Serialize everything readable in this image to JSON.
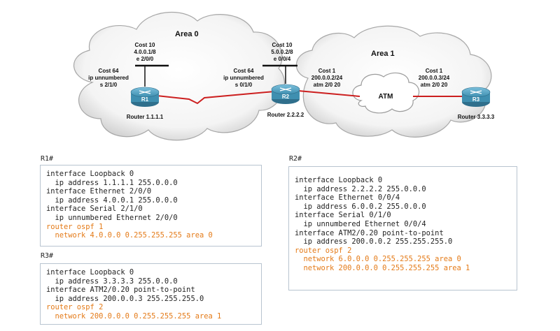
{
  "topology": {
    "area0": {
      "label": "Area 0"
    },
    "area1": {
      "label": "Area 1"
    },
    "atm_cloud": {
      "label": "ATM"
    },
    "routers": [
      {
        "icon_text": "R1",
        "name": "Router 1.1.1.1"
      },
      {
        "icon_text": "R2",
        "name": "Router 2.2.2.2"
      },
      {
        "icon_text": "R3",
        "name": "Router 3.3.3.3"
      }
    ],
    "interfaces": [
      {
        "lines": [
          "Cost 10",
          "4.0.0.1/8",
          "e 2/0/0"
        ]
      },
      {
        "lines": [
          "Cost 64",
          "ip unnumbered",
          "s 2/1/0"
        ]
      },
      {
        "lines": [
          "Cost 64",
          "ip unnumbered",
          "s 0/1/0"
        ]
      },
      {
        "lines": [
          "Cost 10",
          "5.0.0.2/8",
          "e 0/0/4"
        ]
      },
      {
        "lines": [
          "Cost 1",
          "200.0.0.2/24",
          "atm 2/0 20"
        ]
      },
      {
        "lines": [
          "Cost 1",
          "200.0.0.3/24",
          "atm 2/0 20"
        ]
      }
    ],
    "colors": {
      "link": "#cc1f1f",
      "router_body": "#3f8fb0",
      "cloud_edge": "#a7a7a7"
    }
  },
  "configs": {
    "r1": {
      "title": "R1#",
      "lines": [
        {
          "text": "interface Loopback 0",
          "ospf": false
        },
        {
          "text": "  ip address 1.1.1.1 255.0.0.0",
          "ospf": false
        },
        {
          "text": "interface Ethernet 2/0/0",
          "ospf": false
        },
        {
          "text": "  ip address 4.0.0.1 255.0.0.0",
          "ospf": false
        },
        {
          "text": "interface Serial 2/1/0",
          "ospf": false
        },
        {
          "text": "  ip unnumbered Ethernet 2/0/0",
          "ospf": false
        },
        {
          "text": "router ospf 1",
          "ospf": true
        },
        {
          "text": "  network 4.0.0.0 0.255.255.255 area 0",
          "ospf": true
        }
      ]
    },
    "r2": {
      "title": "R2#",
      "lines": [
        {
          "text": "interface Loopback 0",
          "ospf": false
        },
        {
          "text": "  ip address 2.2.2.2 255.0.0.0",
          "ospf": false
        },
        {
          "text": "interface Ethernet 0/0/4",
          "ospf": false
        },
        {
          "text": "  ip address 6.0.0.2 255.0.0.0",
          "ospf": false
        },
        {
          "text": "interface Serial 0/1/0",
          "ospf": false
        },
        {
          "text": "  ip unnumbered Ethernet 0/0/4",
          "ospf": false
        },
        {
          "text": "interface ATM2/0.20 point-to-point",
          "ospf": false
        },
        {
          "text": "  ip address 200.0.0.2 255.255.255.0",
          "ospf": false
        },
        {
          "text": "router ospf 2",
          "ospf": true
        },
        {
          "text": "  network 6.0.0.0 0.255.255.255 area 0",
          "ospf": true
        },
        {
          "text": "  network 200.0.0.0 0.255.255.255 area 1",
          "ospf": true
        }
      ]
    },
    "r3": {
      "title": "R3#",
      "lines": [
        {
          "text": "interface Loopback 0",
          "ospf": false
        },
        {
          "text": "  ip address 3.3.3.3 255.0.0.0",
          "ospf": false
        },
        {
          "text": "interface ATM2/0.20 point-to-point",
          "ospf": false
        },
        {
          "text": "  ip address 200.0.0.3 255.255.255.0",
          "ospf": false
        },
        {
          "text": "router ospf 2",
          "ospf": true
        },
        {
          "text": "  network 200.0.0.0 0.255.255.255 area 1",
          "ospf": true
        }
      ]
    },
    "colors": {
      "ospf_text": "#e47a17",
      "normal_text": "#222222",
      "box_border": "#b8c4d0"
    }
  }
}
